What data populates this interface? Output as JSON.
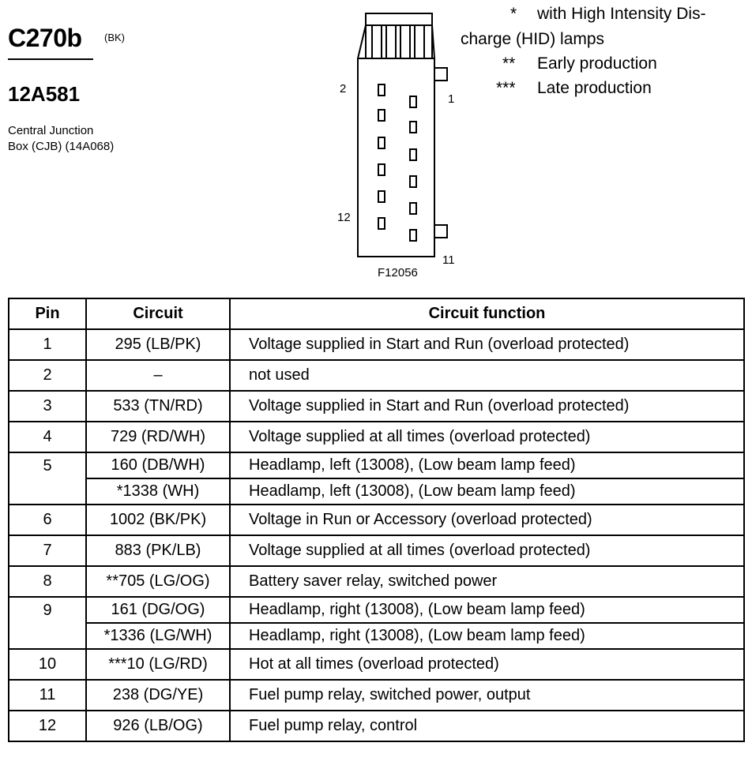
{
  "header": {
    "connector_code": "C270b",
    "connector_color": "(BK)",
    "part_number": "12A581",
    "description_lines": [
      "Central Junction",
      "Box (CJB) (14A068)"
    ]
  },
  "notes": [
    {
      "mark": "*",
      "text": "with High Intensity Dis-"
    },
    {
      "mark": "",
      "text": "charge (HID) lamps"
    },
    {
      "mark": "**",
      "text": "Early production"
    },
    {
      "mark": "***",
      "text": "Late production"
    }
  ],
  "figure": {
    "caption": "F12056",
    "pin_labels": {
      "top_left": "2",
      "top_right": "1",
      "bottom_left": "12",
      "bottom_right": "11"
    }
  },
  "table": {
    "headers": [
      "Pin",
      "Circuit",
      "Circuit function"
    ],
    "rows": [
      {
        "pin": "1",
        "entries": [
          {
            "circuit": "295 (LB/PK)",
            "function": "Voltage supplied in Start and Run (overload protected)"
          }
        ]
      },
      {
        "pin": "2",
        "entries": [
          {
            "circuit": "–",
            "function": "not used"
          }
        ]
      },
      {
        "pin": "3",
        "entries": [
          {
            "circuit": "533 (TN/RD)",
            "function": "Voltage supplied in Start and Run (overload protected)"
          }
        ]
      },
      {
        "pin": "4",
        "entries": [
          {
            "circuit": "729 (RD/WH)",
            "function": "Voltage supplied at all times (overload protected)"
          }
        ]
      },
      {
        "pin": "5",
        "entries": [
          {
            "circuit": "160 (DB/WH)",
            "function": "Headlamp, left (13008), (Low beam lamp feed)"
          },
          {
            "circuit": "*1338 (WH)",
            "function": "Headlamp, left (13008), (Low beam lamp feed)"
          }
        ]
      },
      {
        "pin": "6",
        "entries": [
          {
            "circuit": "1002 (BK/PK)",
            "function": "Voltage in Run or Accessory (overload protected)"
          }
        ]
      },
      {
        "pin": "7",
        "entries": [
          {
            "circuit": "883 (PK/LB)",
            "function": "Voltage supplied at all times (overload protected)"
          }
        ]
      },
      {
        "pin": "8",
        "entries": [
          {
            "circuit": "**705 (LG/OG)",
            "function": "Battery saver relay, switched power"
          }
        ]
      },
      {
        "pin": "9",
        "entries": [
          {
            "circuit": "161 (DG/OG)",
            "function": "Headlamp, right (13008), (Low beam lamp feed)"
          },
          {
            "circuit": "*1336 (LG/WH)",
            "function": "Headlamp, right (13008), (Low beam lamp feed)"
          }
        ]
      },
      {
        "pin": "10",
        "entries": [
          {
            "circuit": "***10 (LG/RD)",
            "function": "Hot at all times (overload protected)"
          }
        ]
      },
      {
        "pin": "11",
        "entries": [
          {
            "circuit": "238 (DG/YE)",
            "function": "Fuel pump relay, switched power, output"
          }
        ]
      },
      {
        "pin": "12",
        "entries": [
          {
            "circuit": "926 (LB/OG)",
            "function": "Fuel pump relay, control"
          }
        ]
      }
    ]
  }
}
